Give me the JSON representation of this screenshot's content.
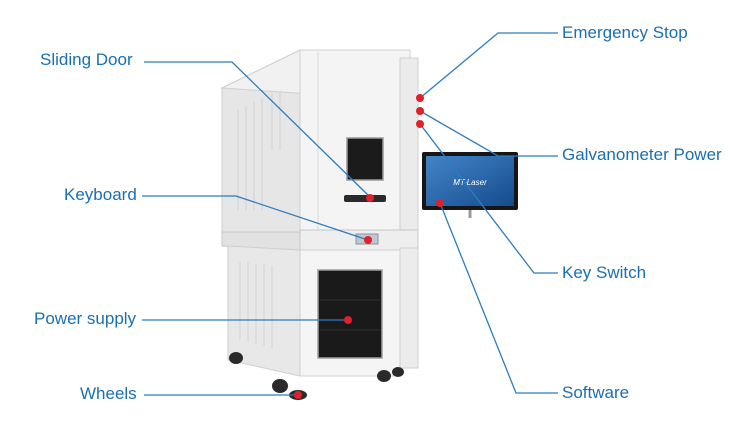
{
  "colors": {
    "label": "#1a6fb3",
    "leader": "#2b7cc0",
    "dot": "#e0202a",
    "machine_body": "#ececec",
    "machine_edge": "#c9c9c9",
    "window": "#1b1b1b",
    "screen": "#1f5fa8"
  },
  "labels": {
    "sliding_door": "Sliding Door",
    "keyboard": "Keyboard",
    "power_supply": "Power supply",
    "wheels": "Wheels",
    "emergency_stop": "Emergency Stop",
    "galvanometer_power": "Galvanometer Power",
    "key_switch": "Key Switch",
    "software": "Software"
  },
  "monitor": {
    "brand_text": "MT-Laser"
  }
}
